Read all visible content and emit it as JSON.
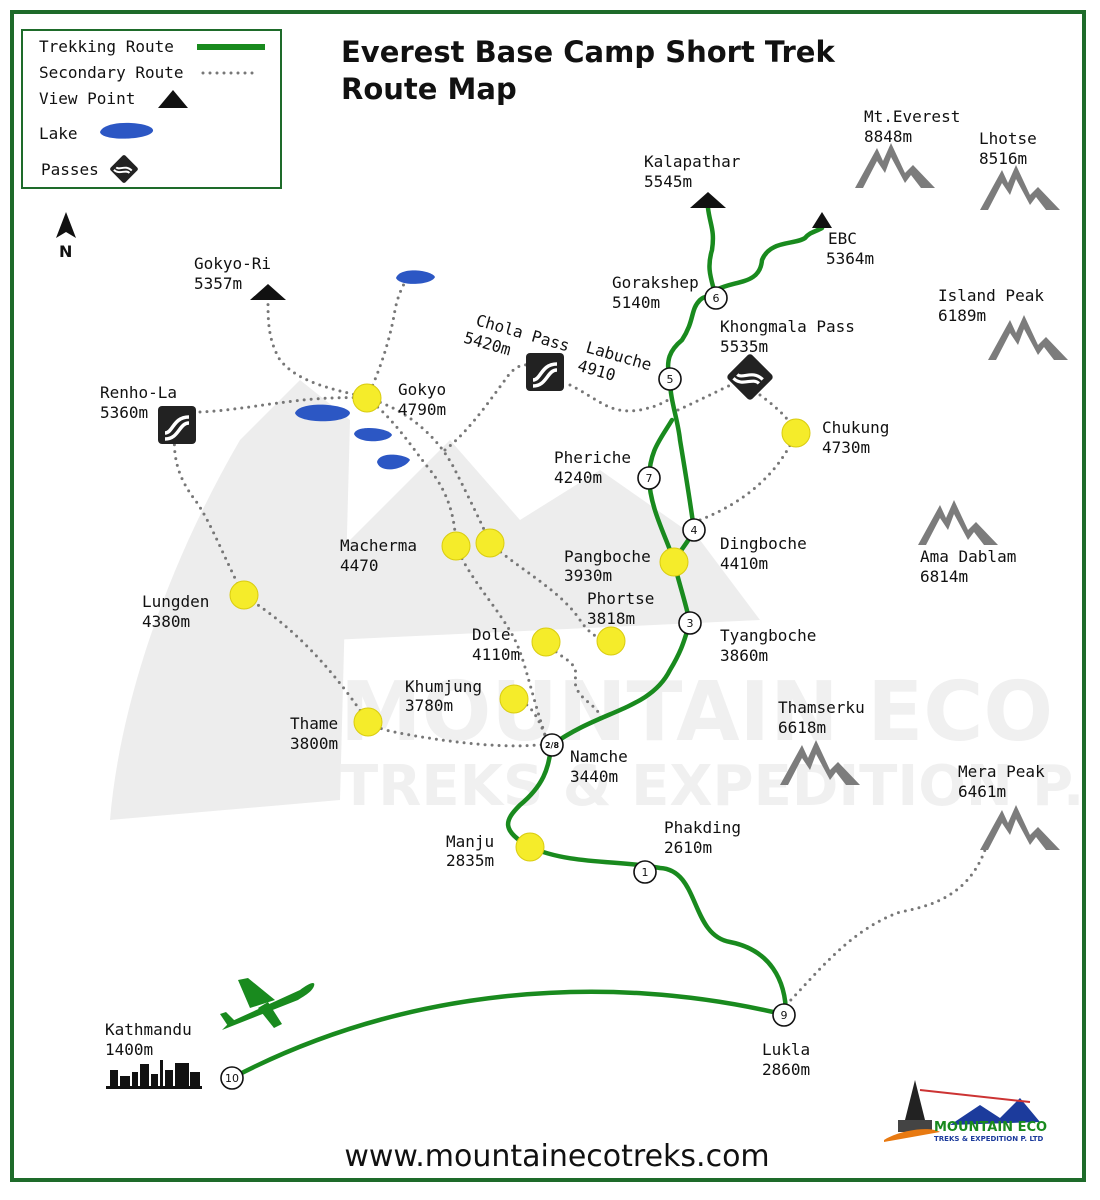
{
  "title": {
    "line1": "Everest Base Camp Short Trek",
    "line2": "Route Map"
  },
  "website": "www.mountainecotreks.com",
  "watermark": {
    "line1": "MOUNTAIN ECO",
    "line2": "TREKS & EXPEDITION P. LTD"
  },
  "logo": {
    "name": "MOUNTAIN ECO",
    "sub": "TREKS & EXPEDITION P. LTD"
  },
  "north": "N",
  "legend": {
    "trekking": "Trekking Route",
    "secondary": "Secondary Route",
    "viewpoint": "View Point",
    "lake": "Lake",
    "passes": "Passes"
  },
  "colors": {
    "route": "#198a1e",
    "stop": "#f5ec2a",
    "lake": "#2c57c4",
    "frame": "#1e6b2a"
  },
  "places": {
    "kalapathar": {
      "name": "Kalapathar",
      "alt": "5545m"
    },
    "ebc": {
      "name": "EBC",
      "alt": "5364m"
    },
    "gorakshep": {
      "name": "Gorakshep",
      "alt": "5140m"
    },
    "gokyo_ri": {
      "name": "Gokyo-Ri",
      "alt": "5357m"
    },
    "gokyo": {
      "name": "Gokyo",
      "alt": "4790m"
    },
    "renho_la": {
      "name": "Renho-La",
      "alt": "5360m"
    },
    "chola": {
      "name": "Chola Pass",
      "alt": "5420m"
    },
    "labuche": {
      "name": "Labuche",
      "alt": "4910"
    },
    "khongmala": {
      "name": "Khongmala Pass",
      "alt": "5535m"
    },
    "chukung": {
      "name": "Chukung",
      "alt": "4730m"
    },
    "pheriche": {
      "name": "Pheriche",
      "alt": "4240m"
    },
    "dingboche": {
      "name": "Dingboche",
      "alt": "4410m"
    },
    "pangboche": {
      "name": "Pangboche",
      "alt": "3930m"
    },
    "macherma": {
      "name": "Macherma",
      "alt": "4470"
    },
    "lungden": {
      "name": "Lungden",
      "alt": "4380m"
    },
    "phortse": {
      "name": "Phortse",
      "alt": "3818m"
    },
    "dole": {
      "name": "Dole",
      "alt": "4110m"
    },
    "tyangboche": {
      "name": "Tyangboche",
      "alt": "3860m"
    },
    "khumjung": {
      "name": "Khumjung",
      "alt": "3780m"
    },
    "thame": {
      "name": "Thame",
      "alt": "3800m"
    },
    "namche": {
      "name": "Namche",
      "alt": "3440m"
    },
    "manju": {
      "name": "Manju",
      "alt": "2835m"
    },
    "phakding": {
      "name": "Phakding",
      "alt": "2610m"
    },
    "kathmandu": {
      "name": "Kathmandu",
      "alt": "1400m"
    },
    "lukla": {
      "name": "Lukla",
      "alt": "2860m"
    }
  },
  "peaks": {
    "everest": {
      "name": "Mt.Everest",
      "alt": "8848m"
    },
    "lhotse": {
      "name": "Lhotse",
      "alt": "8516m"
    },
    "island": {
      "name": "Island Peak",
      "alt": "6189m"
    },
    "amadablam": {
      "name": "Ama Dablam",
      "alt": "6814m"
    },
    "thamserku": {
      "name": "Thamserku",
      "alt": "6618m"
    },
    "mera": {
      "name": "Mera Peak",
      "alt": "6461m"
    }
  },
  "waypoints": {
    "w1": "1",
    "w2": "2/8",
    "w3": "3",
    "w4": "4",
    "w5": "5",
    "w6": "6",
    "w7": "7",
    "w9": "9",
    "w10": "10"
  }
}
